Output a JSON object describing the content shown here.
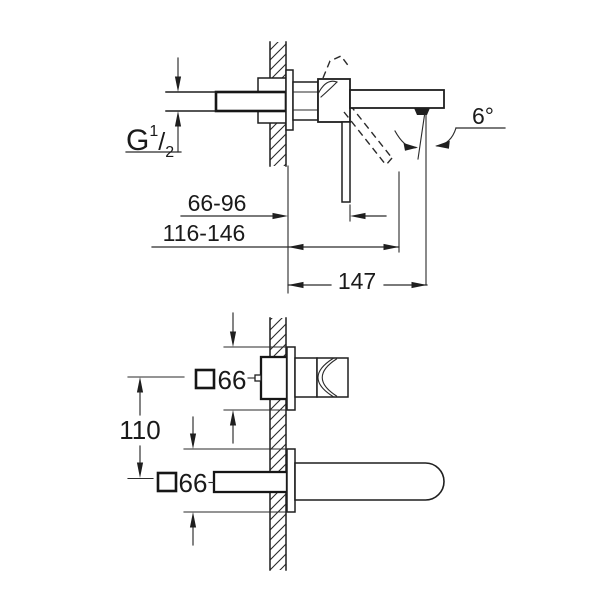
{
  "side_view": {
    "thread_label": {
      "prefix": "G",
      "numerator": "1",
      "fraction_slash": "/",
      "denominator": "2"
    },
    "dim_wall_to_lever": "66-96",
    "dim_wall_to_lever_open": "116-146",
    "dim_spout_reach": "147",
    "stream_angle": "6°"
  },
  "plan_view": {
    "dim_handle_escutcheon": "66",
    "dim_spout_escutcheon": "66",
    "dim_center_distance": "110"
  },
  "style": {
    "line_color": "#1f1f1f",
    "background_color": "#ffffff"
  }
}
